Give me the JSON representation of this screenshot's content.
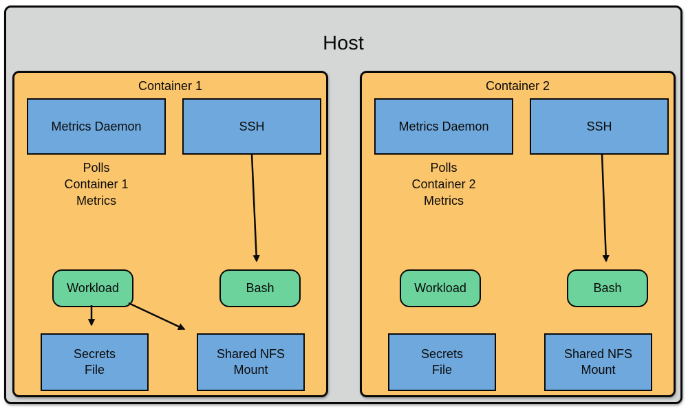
{
  "diagram": {
    "host_label": "Host",
    "colors": {
      "host_background": "#d5d6d6",
      "container_background": "#fbc56c",
      "service_box": "#6fa8dc",
      "shell_box": "#6bd39b",
      "border": "#0a0a0a",
      "arrow": "#0a0a0a"
    },
    "containers": [
      {
        "label": "Container 1",
        "metrics_daemon_label": "Metrics Daemon",
        "ssh_label": "SSH",
        "polls": [
          "Polls",
          "Container 1",
          "Metrics"
        ],
        "workload_label": "Workload",
        "bash_label": "Bash",
        "secrets_file": [
          "Secrets",
          "File"
        ],
        "shared_nfs": [
          "Shared NFS",
          "Mount"
        ]
      },
      {
        "label": "Container 2",
        "metrics_daemon_label": "Metrics Daemon",
        "ssh_label": "SSH",
        "polls": [
          "Polls",
          "Container 2",
          "Metrics"
        ],
        "workload_label": "Workload",
        "bash_label": "Bash",
        "secrets_file": [
          "Secrets",
          "File"
        ],
        "shared_nfs": [
          "Shared NFS",
          "Mount"
        ]
      }
    ],
    "edges": [
      {
        "container": "Container 1",
        "from": "SSH",
        "to": "Bash"
      },
      {
        "container": "Container 1",
        "from": "Workload",
        "to": "Secrets File"
      },
      {
        "container": "Container 1",
        "from": "Workload",
        "to": "Shared NFS Mount"
      },
      {
        "container": "Container 2",
        "from": "SSH",
        "to": "Bash"
      }
    ]
  }
}
